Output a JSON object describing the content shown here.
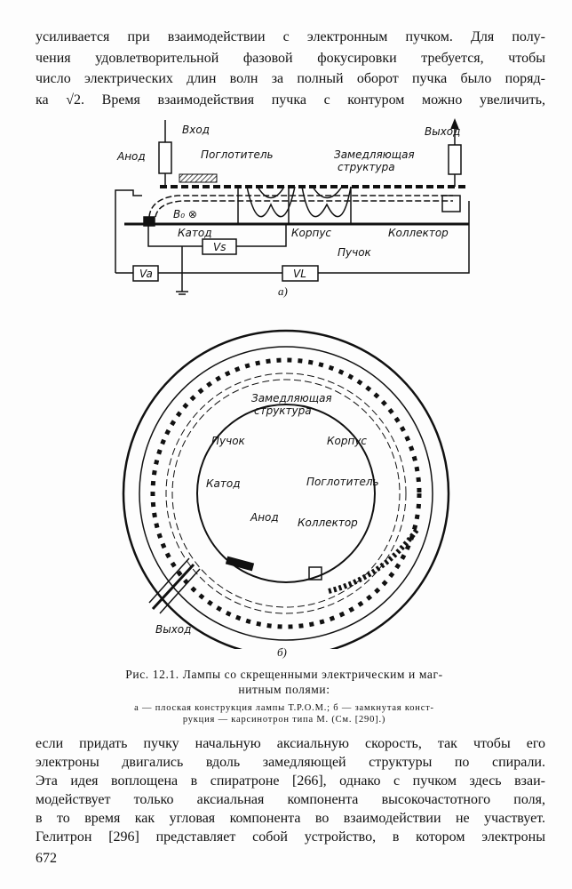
{
  "top_text": {
    "lines": [
      "усиливается при взаимодействии с электронным пучком. Для полу-",
      "чения удовлетворительной фазовой фокусировки требуется, чтобы",
      "число электрических длин волн за полный оборот пучка было поряд-",
      "ка √2. Время взаимодействия пучка с контуром можно увеличить,"
    ]
  },
  "figure_a": {
    "labels": {
      "input": "Вход",
      "output": "Выход",
      "anode": "Анод",
      "absorber": "Поглотитель",
      "slow_wave_1": "Замедляющая",
      "slow_wave_2": "структура",
      "b0": "B₀ ⊗",
      "cathode": "Катод",
      "body": "Корпус",
      "collector": "Коллектор",
      "beam": "Пучок",
      "vs": "Vs",
      "va": "Va",
      "vl": "VL"
    },
    "sublabel": "а)"
  },
  "figure_b": {
    "labels": {
      "slow_wave_1": "Замедляющая",
      "slow_wave_2": "структура",
      "beam": "Пучок",
      "body": "Корпус",
      "cathode": "Катод",
      "absorber": "Поглотитель",
      "anode": "Анод",
      "collector": "Коллектор",
      "output": "Выход"
    },
    "sublabel": "б)"
  },
  "caption": {
    "title_line1": "Рис. 12.1. Лампы со скрещенными электрическим и маг-",
    "title_line2": "нитным полями:",
    "desc_line1": "а — плоская конструкция лампы Т.Р.О.М.; б — замкнутая конст-",
    "desc_line2": "рукция — карсинотрон типа М. (См. [290].)"
  },
  "bottom_text": {
    "lines": [
      "если придать пучку начальную аксиальную скорость, так чтобы его",
      "электроны двигались вдоль замедляющей структуры по спирали.",
      "Эта идея воплощена в спиратроне [266], однако с пучком здесь взаи-",
      "модействует только аксиальная компонента высокочастотного поля,",
      "в то время как угловая компонента во взаимодействии не участвует.",
      "Гелитрон [296] представляет собой устройство, в котором электроны"
    ]
  },
  "page_number": "672"
}
